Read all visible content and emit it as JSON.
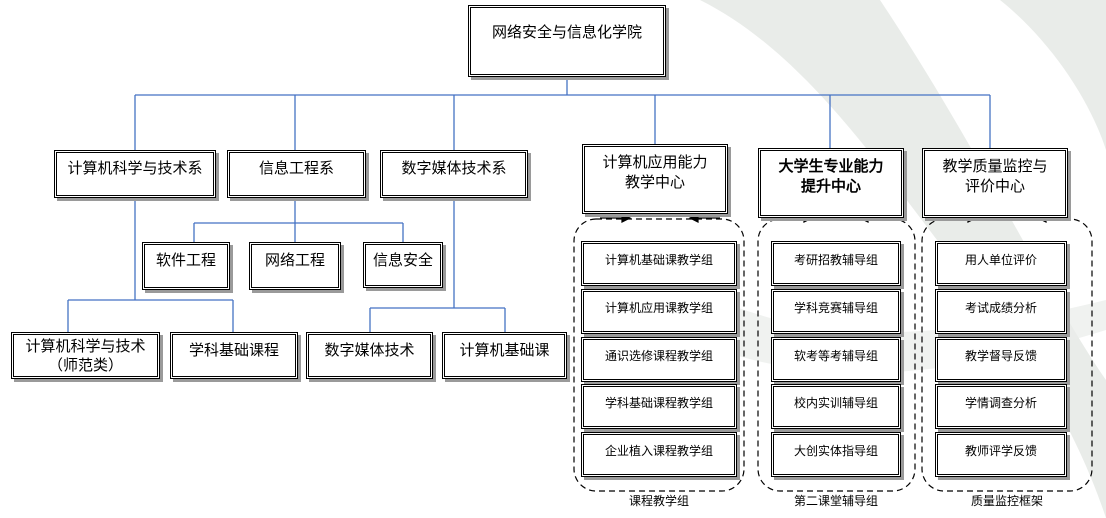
{
  "root": {
    "label": "网络安全与信息化学院"
  },
  "departments": {
    "cs": {
      "label": "计算机科学与技术系"
    },
    "ie": {
      "label": "信息工程系"
    },
    "dm": {
      "label": "数字媒体技术系"
    }
  },
  "centers": {
    "app": {
      "line1": "计算机应用能力",
      "line2": "教学中心"
    },
    "stu": {
      "line1": "大学生专业能力",
      "line2": "提升中心"
    },
    "qa": {
      "line1": "教学质量监控与",
      "line2": "评价中心"
    }
  },
  "majors": {
    "se": "软件工程",
    "ne": "网络工程",
    "is": "信息安全",
    "cst_line1": "计算机科学与技术",
    "cst_line2": "（师范类）",
    "base": "学科基础课程",
    "dmt": "数字媒体技术",
    "cbase": "计算机基础课"
  },
  "groups": {
    "course": {
      "label": "课程教学组",
      "items": [
        "计算机基础课教学组",
        "计算机应用课教学组",
        "通识选修课程教学组",
        "学科基础课程教学组",
        "企业植入课程教学组"
      ]
    },
    "second": {
      "label": "第二课堂辅导组",
      "items": [
        "考研招教辅导组",
        "学科竞赛辅导组",
        "软考等考辅导组",
        "校内实训辅导组",
        "大创实体指导组"
      ]
    },
    "quality": {
      "label": "质量监控框架",
      "items": [
        "用人单位评价",
        "考试成绩分析",
        "教学督导反馈",
        "学情调查分析",
        "教师评学反馈"
      ]
    }
  },
  "colors": {
    "connector": "#4472c4",
    "background_swirl": "#e9ece9"
  }
}
